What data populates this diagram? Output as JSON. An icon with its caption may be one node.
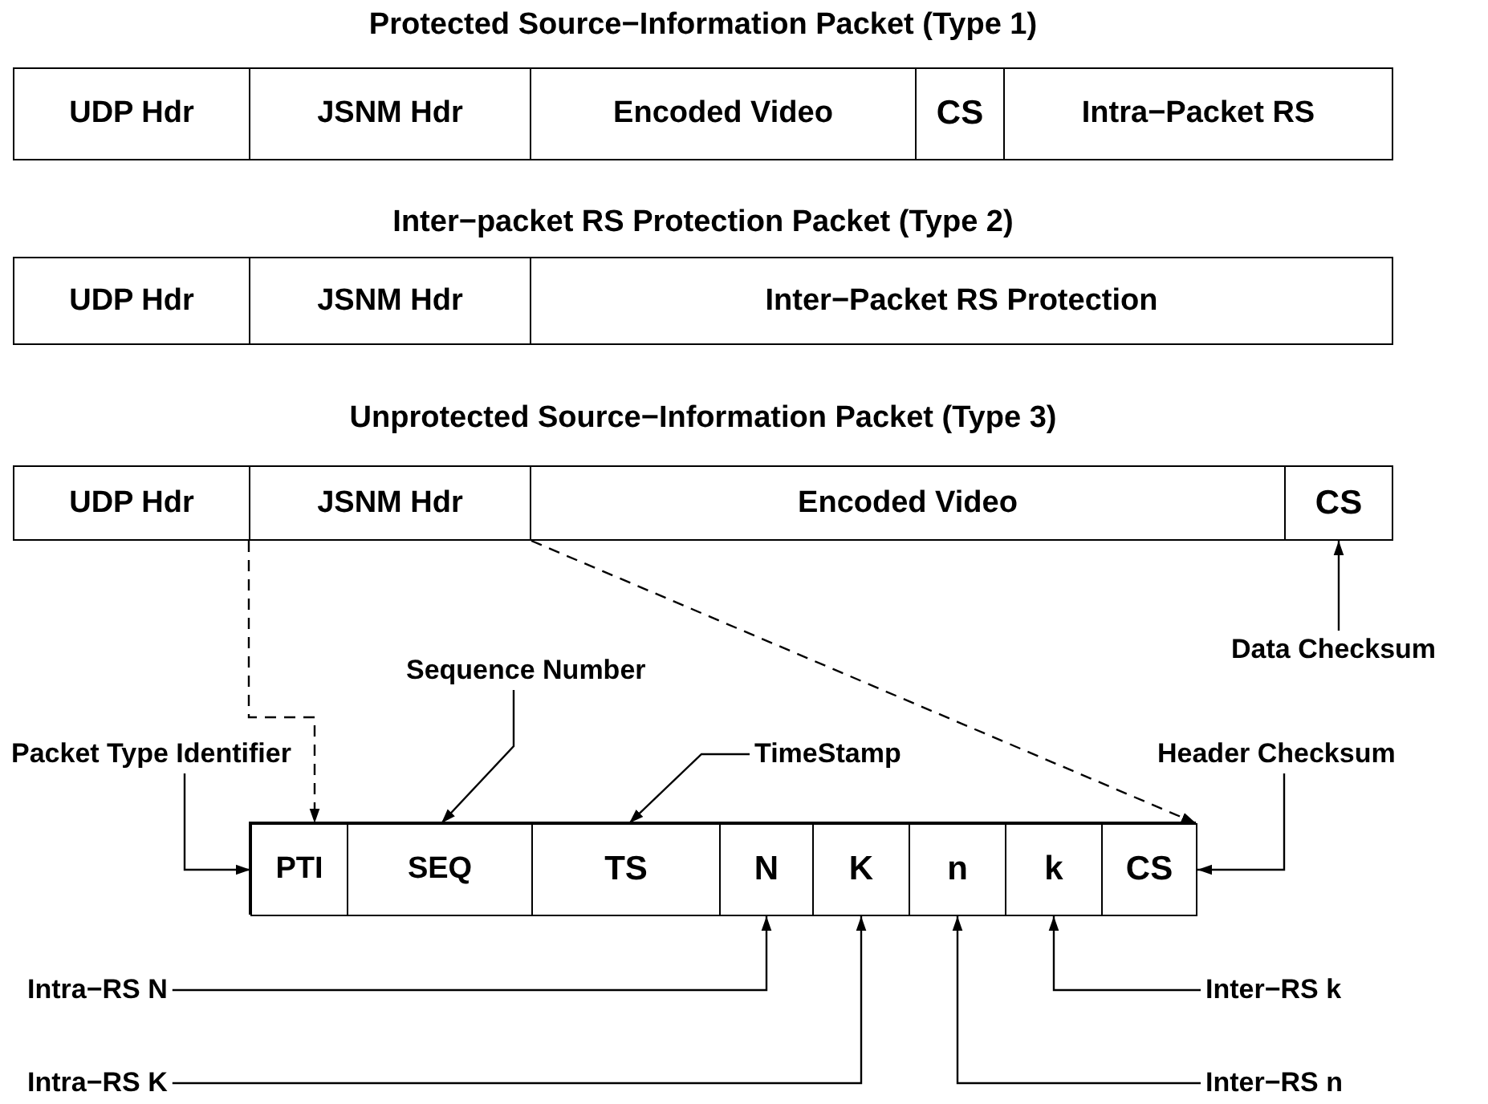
{
  "diagram": {
    "nodes": [
      {
        "text": [
          "Protected Source−Information Packet (Type 1)"
        ]
      },
      {
        "text": [
          "UDP Hdr"
        ],
        "in": 0
      },
      {
        "text": [
          "JSNM Hdr"
        ],
        "in": 0
      },
      {
        "text": [
          "Encoded Video"
        ],
        "in": 0
      },
      {
        "text": [
          "CS"
        ],
        "in": 0
      },
      {
        "text": [
          "Intra−Packet RS"
        ],
        "in": 0
      },
      {
        "text": [
          "Inter−packet RS Protection Packet (Type 2)"
        ]
      },
      {
        "text": [
          "UDP Hdr"
        ],
        "in": 6
      },
      {
        "text": [
          "JSNM Hdr"
        ],
        "in": 6
      },
      {
        "text": [
          "Inter−Packet RS Protection"
        ],
        "in": 6
      },
      {
        "text": [
          "Unprotected Source−Information Packet (Type 3)"
        ]
      },
      {
        "text": [
          "UDP Hdr"
        ],
        "in": 10
      },
      {
        "text": [
          "JSNM Hdr"
        ],
        "in": 10
      },
      {
        "text": [
          "Encoded Video"
        ],
        "in": 10
      },
      {
        "text": [
          "CS"
        ],
        "in": 10
      },
      {
        "text": [],
        "shape": "box"
      },
      {
        "text": [
          "PTI"
        ],
        "in": 15
      },
      {
        "text": [
          "SEQ"
        ],
        "in": 15
      },
      {
        "text": [
          "TS"
        ],
        "in": 15
      },
      {
        "text": [
          "N"
        ],
        "in": 15
      },
      {
        "text": [
          "K"
        ],
        "in": 15
      },
      {
        "text": [
          "n"
        ],
        "in": 15
      },
      {
        "text": [
          "k"
        ],
        "in": 15
      },
      {
        "text": [
          "CS"
        ],
        "in": 15
      },
      {
        "text": [
          "Data Checksum"
        ]
      },
      {
        "text": [
          "Sequence Number"
        ]
      },
      {
        "text": [
          "Packet Type Identifier"
        ]
      },
      {
        "text": [
          "TimeStamp"
        ]
      },
      {
        "text": [
          "Header Checksum"
        ]
      },
      {
        "text": [
          "Intra−RS N"
        ]
      },
      {
        "text": [
          "Inter−RS k"
        ]
      },
      {
        "text": [
          "Intra−RS K"
        ]
      },
      {
        "text": [
          "Inter−RS n"
        ]
      }
    ],
    "edges": [
      {
        "from": 12,
        "to": 16,
        "arrow": "to",
        "style": "dashed"
      },
      {
        "from": 12,
        "to": 23,
        "arrow": "to",
        "style": "dashed"
      },
      {
        "from": 24,
        "to": 14,
        "arrow": "to"
      },
      {
        "from": 25,
        "to": 17,
        "arrow": "to"
      },
      {
        "from": 26,
        "to": 16,
        "arrow": "to"
      },
      {
        "from": 27,
        "to": 18,
        "arrow": "to"
      },
      {
        "from": 28,
        "to": 23,
        "arrow": "to"
      },
      {
        "from": 29,
        "to": 19,
        "arrow": "to"
      },
      {
        "from": 31,
        "to": 20,
        "arrow": "to"
      },
      {
        "from": 30,
        "to": 22,
        "arrow": "to"
      },
      {
        "from": 32,
        "to": 21,
        "arrow": "to"
      }
    ]
  }
}
